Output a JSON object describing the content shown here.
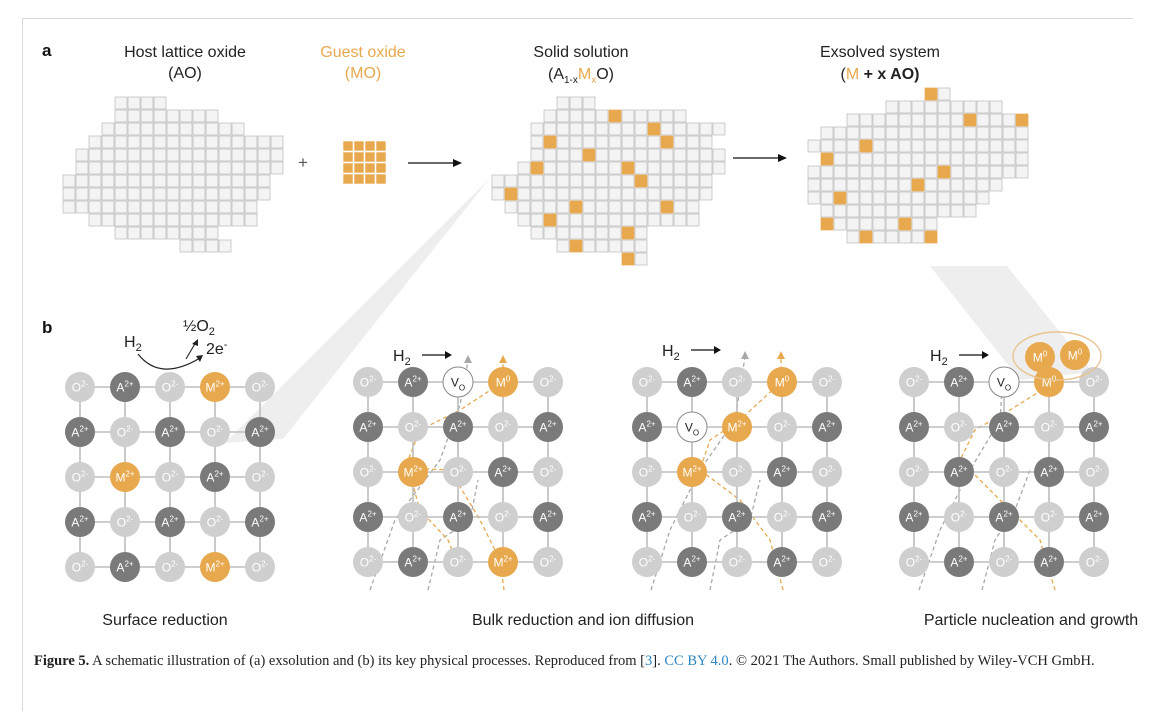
{
  "panel_a": {
    "panel_label": "a",
    "host": {
      "title": "Host lattice oxide",
      "formula": "(AO)"
    },
    "guest": {
      "title": "Guest oxide",
      "formula": "(MO)"
    },
    "plus": "+",
    "solid_solution": {
      "title": "Solid solution",
      "open": "(A",
      "sub1": "1-x",
      "m": "M",
      "sub2": "x",
      "close": "O)"
    },
    "exsolved": {
      "title": "Exsolved system",
      "open": "(",
      "m": "M",
      "rest": " + x AO)"
    }
  },
  "panel_b": {
    "panel_label": "b",
    "h2": "H",
    "h2_sub": "2",
    "half_o2": "½O",
    "half_o2_sub": "2",
    "electrons": "2e",
    "electrons_sup": "-",
    "vacancy": "V",
    "vacancy_sub": "O",
    "stage_labels": [
      "Surface reduction",
      "Bulk reduction and ion diffusion",
      "Particle nucleation and growth"
    ],
    "ions": {
      "oxygen": "O",
      "oxygen_charge": "2-",
      "host_cation": "A",
      "host_charge": "2+",
      "guest_cation": "M",
      "guest_charge": "2+",
      "metal": "M",
      "metal_charge": "0"
    }
  },
  "caption": {
    "label": "Figure 5.",
    "text1": " A schematic illustration of (a) exsolution and (b) its key physical processes. Reproduced from [",
    "ref": "3",
    "text2": "]. ",
    "license": "CC BY 4.0",
    "text3": ". © 2021 The Authors. Small published by Wiley-VCH GmbH."
  },
  "colors": {
    "guest": "#e8a84e",
    "host_grid": "#b8b8b8",
    "dark_ion": "#7a7a7a",
    "light_ion": "#cfcfcf",
    "link": "#2e86c1"
  }
}
